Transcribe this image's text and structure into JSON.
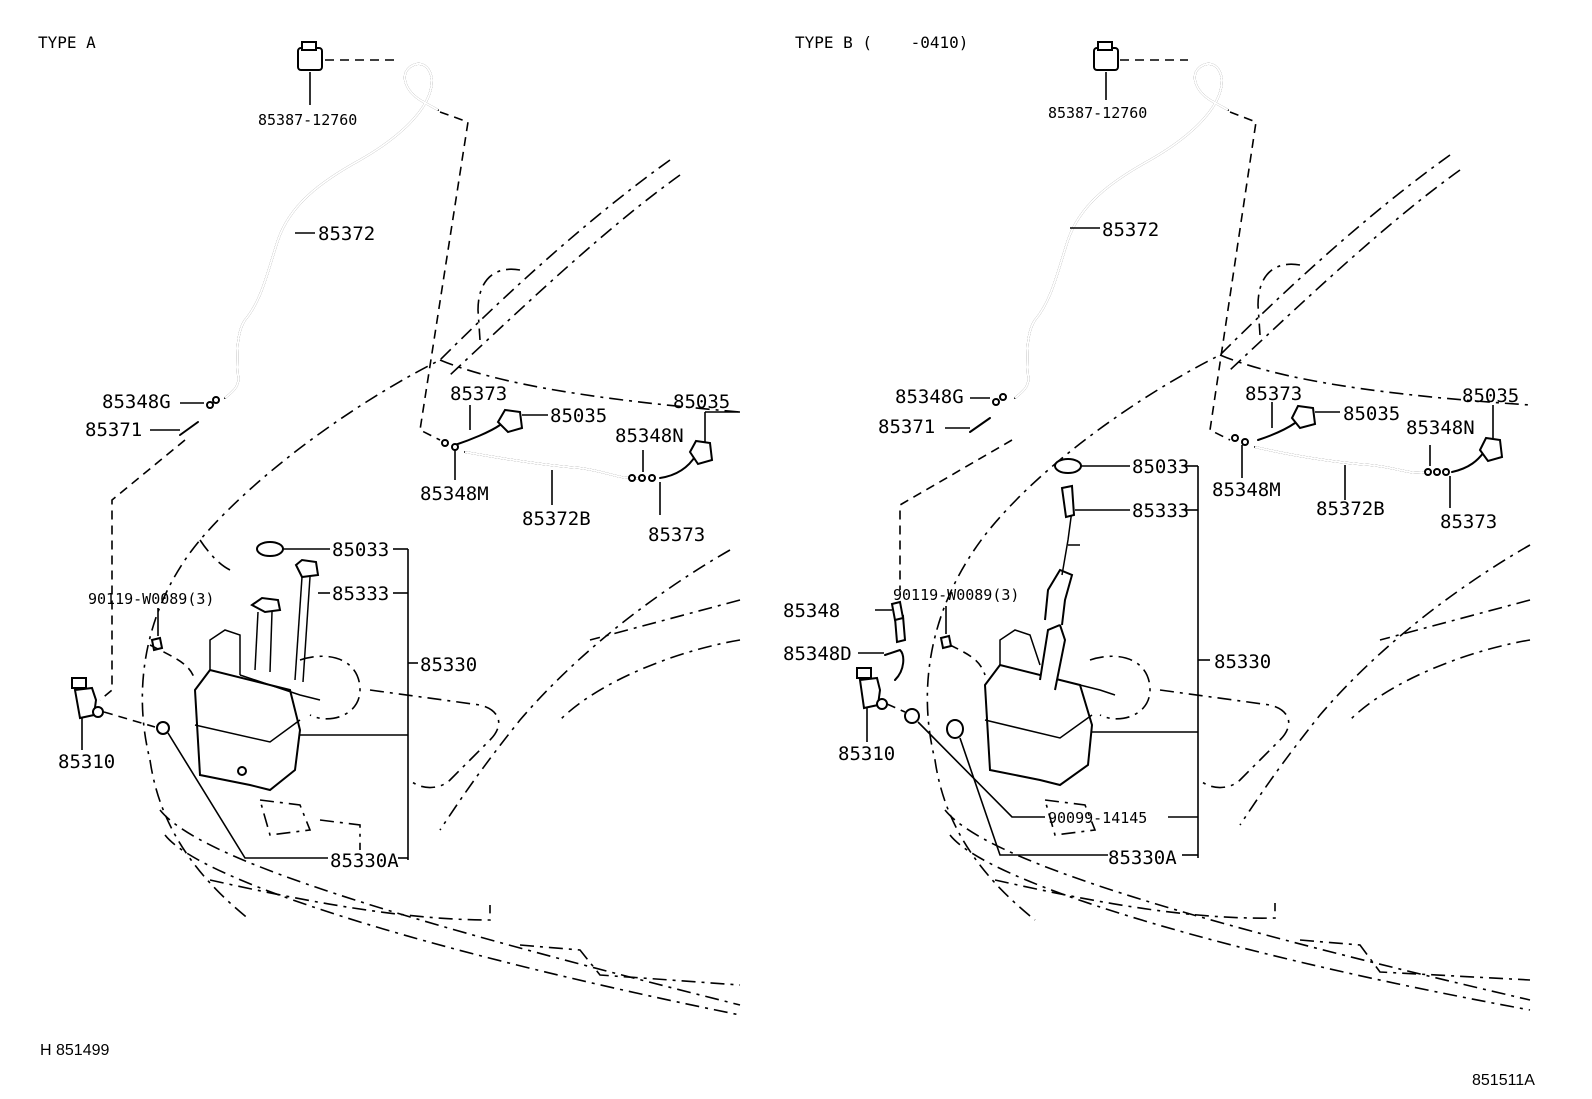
{
  "type_a": {
    "header": "TYPE A",
    "labels": {
      "p85387": "85387-12760",
      "p85372": "85372",
      "p85348g": "85348G",
      "p85371": "85371",
      "p85373a": "85373",
      "p85035a": "85035",
      "p85035b": "85035",
      "p85348n": "85348N",
      "p85348m": "85348M",
      "p85372b": "85372B",
      "p85373b": "85373",
      "p85033": "85033",
      "p85333": "85333",
      "p90119": "90119-W0089(3)",
      "p85330": "85330",
      "p85310": "85310",
      "p85330a": "85330A"
    },
    "ref_code": "H 851499"
  },
  "type_b": {
    "header": "TYPE B (    -0410)",
    "labels": {
      "p85387": "85387-12760",
      "p85372": "85372",
      "p85348g": "85348G",
      "p85371": "85371",
      "p85373a": "85373",
      "p85035a": "85035",
      "p85035b": "85035",
      "p85348n": "85348N",
      "p85348m": "85348M",
      "p85372b": "85372B",
      "p85373b": "85373",
      "p85033": "85033",
      "p85333": "85333",
      "p85348": "85348",
      "p90119": "90119-W0089(3)",
      "p85348d": "85348D",
      "p85330": "85330",
      "p85310": "85310",
      "p90099": "90099-14145",
      "p85330a": "85330A"
    },
    "ref_code": "851511A"
  }
}
